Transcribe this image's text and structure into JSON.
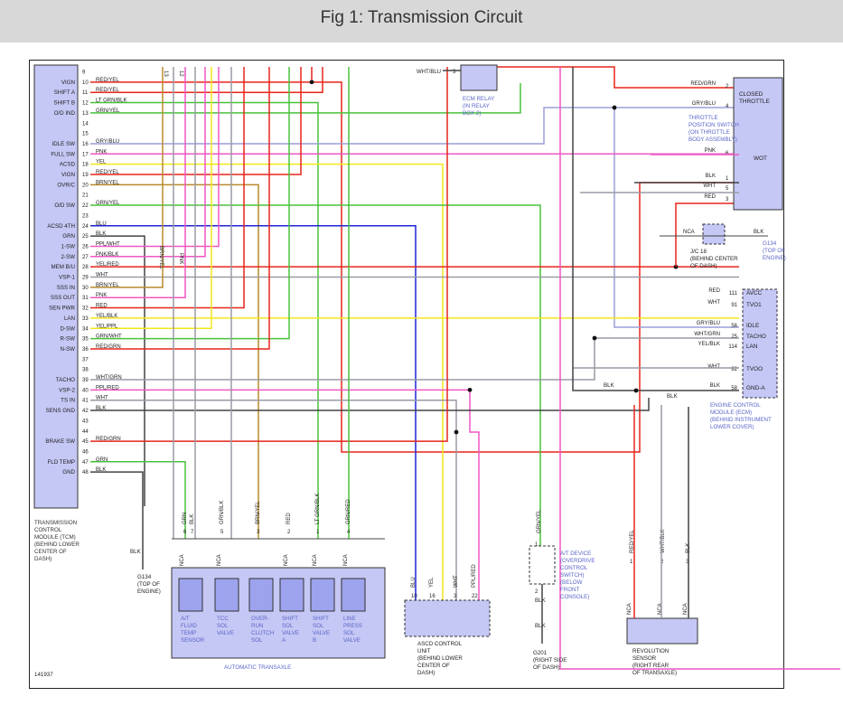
{
  "header": {
    "title": "Fig 1: Transmission Circuit"
  },
  "diagram_id": "141937",
  "tcm": {
    "label_lines": [
      "TRANSMISSION",
      "CONTROL",
      "MODULE (TCM)",
      "(BEHIND LOWER",
      "CENTER OF",
      "DASH)"
    ],
    "pins": [
      {
        "pin": "9",
        "name": "",
        "wire": ""
      },
      {
        "pin": "10",
        "name": "VIGN",
        "wire": "RED/YEL"
      },
      {
        "pin": "11",
        "name": "SHIFT A",
        "wire": "RED/YEL"
      },
      {
        "pin": "12",
        "name": "SHIFT B",
        "wire": "LT GRN/BLK"
      },
      {
        "pin": "13",
        "name": "O/D IND",
        "wire": "GRN/YEL"
      },
      {
        "pin": "14",
        "name": "",
        "wire": ""
      },
      {
        "pin": "15",
        "name": "",
        "wire": ""
      },
      {
        "pin": "16",
        "name": "IDLE SW",
        "wire": "GRY/BLU"
      },
      {
        "pin": "17",
        "name": "FULL SW",
        "wire": "PNK"
      },
      {
        "pin": "18",
        "name": "ACSD",
        "wire": "YEL"
      },
      {
        "pin": "19",
        "name": "VIGN",
        "wire": "RED/YEL"
      },
      {
        "pin": "20",
        "name": "OVR/C",
        "wire": "BRN/YEL"
      },
      {
        "pin": "21",
        "name": "",
        "wire": ""
      },
      {
        "pin": "22",
        "name": "O/D SW",
        "wire": "GRN/YEL"
      },
      {
        "pin": "23",
        "name": "",
        "wire": ""
      },
      {
        "pin": "24",
        "name": "ACSD 4TH",
        "wire": "BLU"
      },
      {
        "pin": "25",
        "name": "GRN",
        "wire": "BLK"
      },
      {
        "pin": "26",
        "name": "1-SW",
        "wire": "PPL/WHT"
      },
      {
        "pin": "27",
        "name": "2-SW",
        "wire": "PNK/BLK"
      },
      {
        "pin": "28",
        "name": "MEM B/U",
        "wire": "YEL/RED"
      },
      {
        "pin": "29",
        "name": "VSP-1",
        "wire": "WHT"
      },
      {
        "pin": "30",
        "name": "SSS IN",
        "wire": "BRN/YEL"
      },
      {
        "pin": "31",
        "name": "SSS OUT",
        "wire": "PNK"
      },
      {
        "pin": "32",
        "name": "SEN PWR",
        "wire": "RED"
      },
      {
        "pin": "33",
        "name": "LAN",
        "wire": "YEL/BLK"
      },
      {
        "pin": "34",
        "name": "D-SW",
        "wire": "YEL/PPL"
      },
      {
        "pin": "35",
        "name": "R-SW",
        "wire": "GRN/WHT"
      },
      {
        "pin": "36",
        "name": "N-SW",
        "wire": "RED/GRN"
      },
      {
        "pin": "37",
        "name": "",
        "wire": ""
      },
      {
        "pin": "38",
        "name": "",
        "wire": ""
      },
      {
        "pin": "39",
        "name": "TACHO",
        "wire": "WHT/GRN"
      },
      {
        "pin": "40",
        "name": "VSP-2",
        "wire": "PPL/RED"
      },
      {
        "pin": "41",
        "name": "TS IN",
        "wire": "WHT"
      },
      {
        "pin": "42",
        "name": "SENS GND",
        "wire": "BLK"
      },
      {
        "pin": "43",
        "name": "",
        "wire": ""
      },
      {
        "pin": "44",
        "name": "",
        "wire": ""
      },
      {
        "pin": "45",
        "name": "BRAKE SW",
        "wire": "RED/GRN"
      },
      {
        "pin": "46",
        "name": "",
        "wire": ""
      },
      {
        "pin": "47",
        "name": "FLD TEMP",
        "wire": "GRN"
      },
      {
        "pin": "48",
        "name": "GND",
        "wire": "BLK"
      }
    ]
  },
  "top_drop_labels": [
    {
      "text": "13"
    },
    {
      "text": "12"
    }
  ],
  "vertical_wire_labels": {
    "brn_yel": "BRN/YEL",
    "pnk": "PNK"
  },
  "ecm_relay": {
    "pin": "3",
    "wire": "WHT/BLU",
    "label_lines": [
      "ECM RELAY",
      "(IN RELAY",
      "BOX 2)"
    ]
  },
  "tps": {
    "label_lines": [
      "THROTTLE",
      "POSITION SWITCH",
      "(ON THROTTLE",
      "BODY ASSEMBLY)"
    ],
    "closed": "CLOSED",
    "throttle": "THROTTLE",
    "wot": "WOT",
    "pins": [
      {
        "pin": "2",
        "wire": "RED/GRN"
      },
      {
        "pin": "4",
        "wire": "GRY/BLU"
      },
      {
        "pin": "6",
        "wire": "PNK"
      },
      {
        "pin": "1",
        "wire": "BLK"
      },
      {
        "pin": "5",
        "wire": "WHT"
      },
      {
        "pin": "3",
        "wire": "RED"
      }
    ]
  },
  "jc18": {
    "nca": "NCA",
    "wire": "BLK",
    "label_lines": [
      "J/C 18",
      "(BEHIND CENTER",
      "OF DASH)"
    ]
  },
  "g134_top": {
    "label_lines": [
      "G134",
      "(TOP OF",
      "ENGINE)"
    ]
  },
  "ecm": {
    "label_lines": [
      "ENGINE CONTROL",
      "MODULE (ECM)",
      "(BEHIND INSTRUMENT",
      "LOWER COVER)"
    ],
    "pins": [
      {
        "pin": "111",
        "name": "AVCC",
        "wire": "RED"
      },
      {
        "pin": "91",
        "name": "TVO1",
        "wire": "WHT"
      },
      {
        "pin": "56",
        "name": "IDLE",
        "wire": "GRY/BLU"
      },
      {
        "pin": "25",
        "name": "TACHO",
        "wire": "WHT/GRN"
      },
      {
        "pin": "114",
        "name": "LAN",
        "wire": "YEL/BLK"
      },
      {
        "pin": "82",
        "name": "TVOO",
        "wire": "WHT"
      },
      {
        "pin": "58",
        "name": "GND-A",
        "wire": "BLK"
      }
    ],
    "blk_left": "BLK",
    "blk_right": "BLK"
  },
  "transaxle": {
    "title": "AUTOMATIC TRANSAXLE",
    "pins": [
      {
        "pin": "6",
        "wire": "GRN",
        "nca": "NCA"
      },
      {
        "pin": "7",
        "wire": "BLK",
        "nca": ""
      },
      {
        "pin": "5",
        "wire": "GRN/BLK",
        "nca": "NCA"
      },
      {
        "pin": "3",
        "wire": "BRN/YEL",
        "nca": ""
      },
      {
        "pin": "2",
        "wire": "RED",
        "nca": "NCA"
      },
      {
        "pin": "1",
        "wire": "LT GRN/BLK",
        "nca": "NCA"
      },
      {
        "pin": "4",
        "wire": "GRN/RED",
        "nca": "NCA"
      }
    ],
    "components": [
      {
        "lines": [
          "A/T",
          "FLUID",
          "TEMP",
          "SENSOR"
        ]
      },
      {
        "lines": [
          "TCC",
          "SOL",
          "VALVE"
        ]
      },
      {
        "lines": [
          "OVER-",
          "RUN",
          "CLUTCH",
          "SOL"
        ]
      },
      {
        "lines": [
          "SHIFT",
          "SOL",
          "VALVE",
          "A"
        ]
      },
      {
        "lines": [
          "SHIFT",
          "SOL",
          "VALVE",
          "B"
        ]
      },
      {
        "lines": [
          "LINE",
          "PRESS",
          "SOL",
          "VALVE"
        ]
      }
    ]
  },
  "g134_left": {
    "wire": "BLK",
    "label_lines": [
      "G134",
      "(TOP OF",
      "ENGINE)"
    ]
  },
  "ascd": {
    "label_lines": [
      "ASCD CONTROL",
      "UNIT",
      "(BEHIND LOWER",
      "CENTER OF",
      "DASH)"
    ],
    "pins": [
      {
        "pin": "10",
        "wire": "BLU"
      },
      {
        "pin": "16",
        "wire": "YEL"
      },
      {
        "pin": "3",
        "wire": "WHT"
      },
      {
        "pin": "22",
        "wire": "PPL/RED"
      }
    ]
  },
  "at_device": {
    "pin_top": "1",
    "pin_bottom": "2",
    "wire_top": "GRN/YEL",
    "wire_bottom": "BLK",
    "wire_g201": "BLK",
    "label_lines": [
      "A/T DEVICE",
      "(OVERDRIVE",
      "CONTROL",
      "SWITCH)",
      "(BELOW",
      "FRONT",
      "CONSOLE)"
    ],
    "ground_lines": [
      "G201",
      "(RIGHT SIDE",
      "OF DASH)"
    ]
  },
  "rev_sensor": {
    "label_lines": [
      "REVOLUTION",
      "SENSOR",
      "(RIGHT REAR",
      "OF TRANSAXLE)"
    ],
    "pins": [
      {
        "pin": "1",
        "wire": "RED/YEL",
        "nca": "NCA"
      },
      {
        "pin": "2",
        "wire": "WHT/BLK",
        "nca": "NCA"
      },
      {
        "pin": "3",
        "wire": "BLK",
        "nca": "NCA"
      }
    ]
  },
  "colors": {
    "red": "#e8251b",
    "green": "#48c23b",
    "yellow": "#f3e61b",
    "blue": "#1f24d6",
    "gray": "#9a9aa6",
    "pink": "#ef57c4",
    "lavender": "#9b9ed9",
    "orange": "#f59a1b",
    "brown": "#b88b2c",
    "black": "#444444",
    "module": "#c5c7f5",
    "label": "#5a66c8"
  }
}
